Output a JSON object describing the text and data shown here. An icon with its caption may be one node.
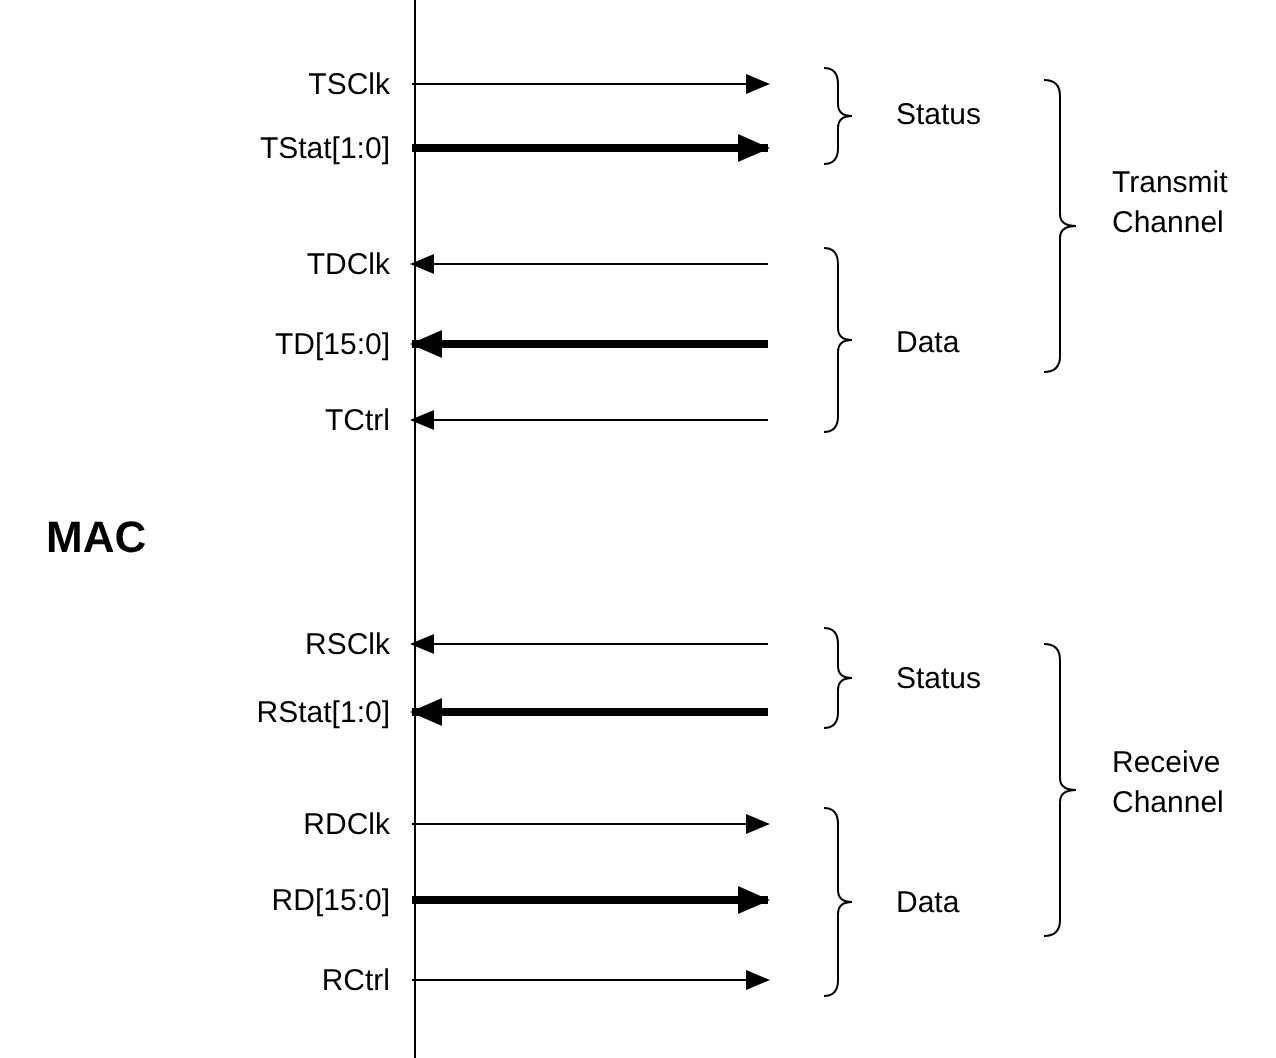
{
  "diagram": {
    "nodes": [
      {
        "text": [
          "MAC"
        ]
      },
      {
        "text": [
          "TSClk"
        ],
        "in": 0
      },
      {
        "text": [
          "TStat[1:0]"
        ],
        "in": 0
      },
      {
        "text": [
          "TDClk"
        ],
        "in": 0
      },
      {
        "text": [
          "TD[15:0]"
        ],
        "in": 0
      },
      {
        "text": [
          "TCtrl"
        ],
        "in": 0
      },
      {
        "text": [
          "RSClk"
        ],
        "in": 0
      },
      {
        "text": [
          "RStat[1:0]"
        ],
        "in": 0
      },
      {
        "text": [
          "RDClk"
        ],
        "in": 0
      },
      {
        "text": [
          "RD[15:0]"
        ],
        "in": 0
      },
      {
        "text": [
          "RCtrl"
        ],
        "in": 0
      }
    ],
    "edges": [
      {
        "from": 1,
        "to": null,
        "arrow": "to"
      },
      {
        "from": 2,
        "to": null,
        "arrow": "to",
        "style": "thick"
      },
      {
        "from": null,
        "to": 3,
        "arrow": "to"
      },
      {
        "from": null,
        "to": 4,
        "arrow": "to",
        "style": "thick"
      },
      {
        "from": null,
        "to": 5,
        "arrow": "to"
      },
      {
        "from": null,
        "to": 6,
        "arrow": "to"
      },
      {
        "from": null,
        "to": 7,
        "arrow": "to",
        "style": "thick"
      },
      {
        "from": 8,
        "to": null,
        "arrow": "to"
      },
      {
        "from": 9,
        "to": null,
        "arrow": "to",
        "style": "thick"
      },
      {
        "from": 10,
        "to": null,
        "arrow": "to"
      }
    ],
    "labels": [
      "Status",
      "Transmit Channel",
      "Data",
      "Status",
      "Receive Channel",
      "Data"
    ]
  }
}
